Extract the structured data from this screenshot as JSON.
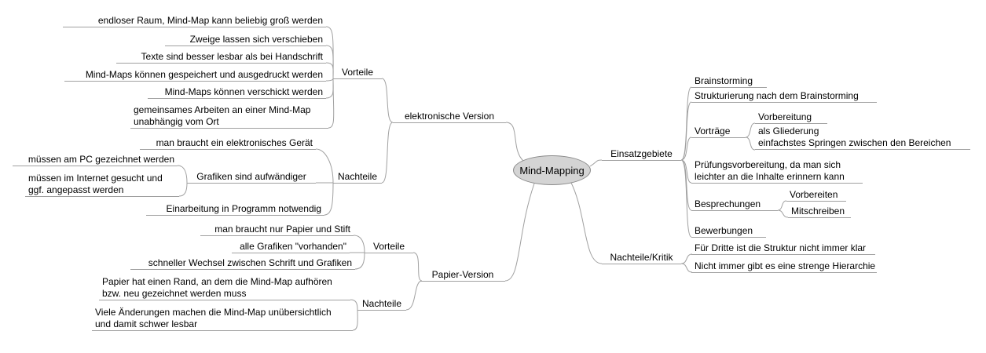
{
  "root": {
    "label": "Mind-Mapping"
  },
  "left": {
    "elektronische_version": {
      "label": "elektronische Version",
      "vorteile": {
        "label": "Vorteile",
        "items": [
          "endloser Raum, Mind-Map kann beliebig groß werden",
          "Zweige lassen sich verschieben",
          "Texte sind besser lesbar als bei Handschrift",
          "Mind-Maps können gespeichert und ausgedruckt werden",
          "Mind-Maps können verschickt werden",
          "gemeinsames Arbeiten an einer Mind-Map\nunabhängig vom Ort"
        ]
      },
      "nachteile": {
        "label": "Nachteile",
        "items": [
          "man braucht ein elektronisches Gerät",
          "Grafiken sind aufwändiger",
          "Einarbeitung in Programm notwendig"
        ],
        "grafiken_sub": [
          "müssen am PC gezeichnet werden",
          "müssen im Internet gesucht und\nggf. angepasst werden"
        ]
      }
    },
    "papier_version": {
      "label": "Papier-Version",
      "vorteile": {
        "label": "Vorteile",
        "items": [
          "man braucht nur Papier und Stift",
          "alle Grafiken \"vorhanden\"",
          "schneller Wechsel zwischen Schrift und Grafiken"
        ]
      },
      "nachteile": {
        "label": "Nachteile",
        "items": [
          "Papier hat einen Rand, an dem die Mind-Map aufhören\nbzw. neu gezeichnet werden muss",
          "Viele Änderungen machen die Mind-Map unübersichtlich\nund damit schwer lesbar"
        ]
      }
    }
  },
  "right": {
    "einsatzgebiete": {
      "label": "Einsatzgebiete",
      "items": [
        "Brainstorming",
        "Strukturierung nach dem Brainstorming",
        "Vorträge",
        "Prüfungsvorbereitung, da man sich\nleichter an die Inhalte erinnern kann",
        "Besprechungen",
        "Bewerbungen"
      ],
      "vortraege_sub": [
        "Vorbereitung",
        "als Gliederung\neinfachstes Springen zwischen den Bereichen"
      ],
      "besprechungen_sub": [
        "Vorbereiten",
        "Mitschreiben"
      ]
    },
    "nachteile_kritik": {
      "label": "Nachteile/Kritik",
      "items": [
        "Für Dritte ist die Struktur nicht immer klar",
        "Nicht immer gibt es eine strenge Hierarchie"
      ]
    }
  }
}
